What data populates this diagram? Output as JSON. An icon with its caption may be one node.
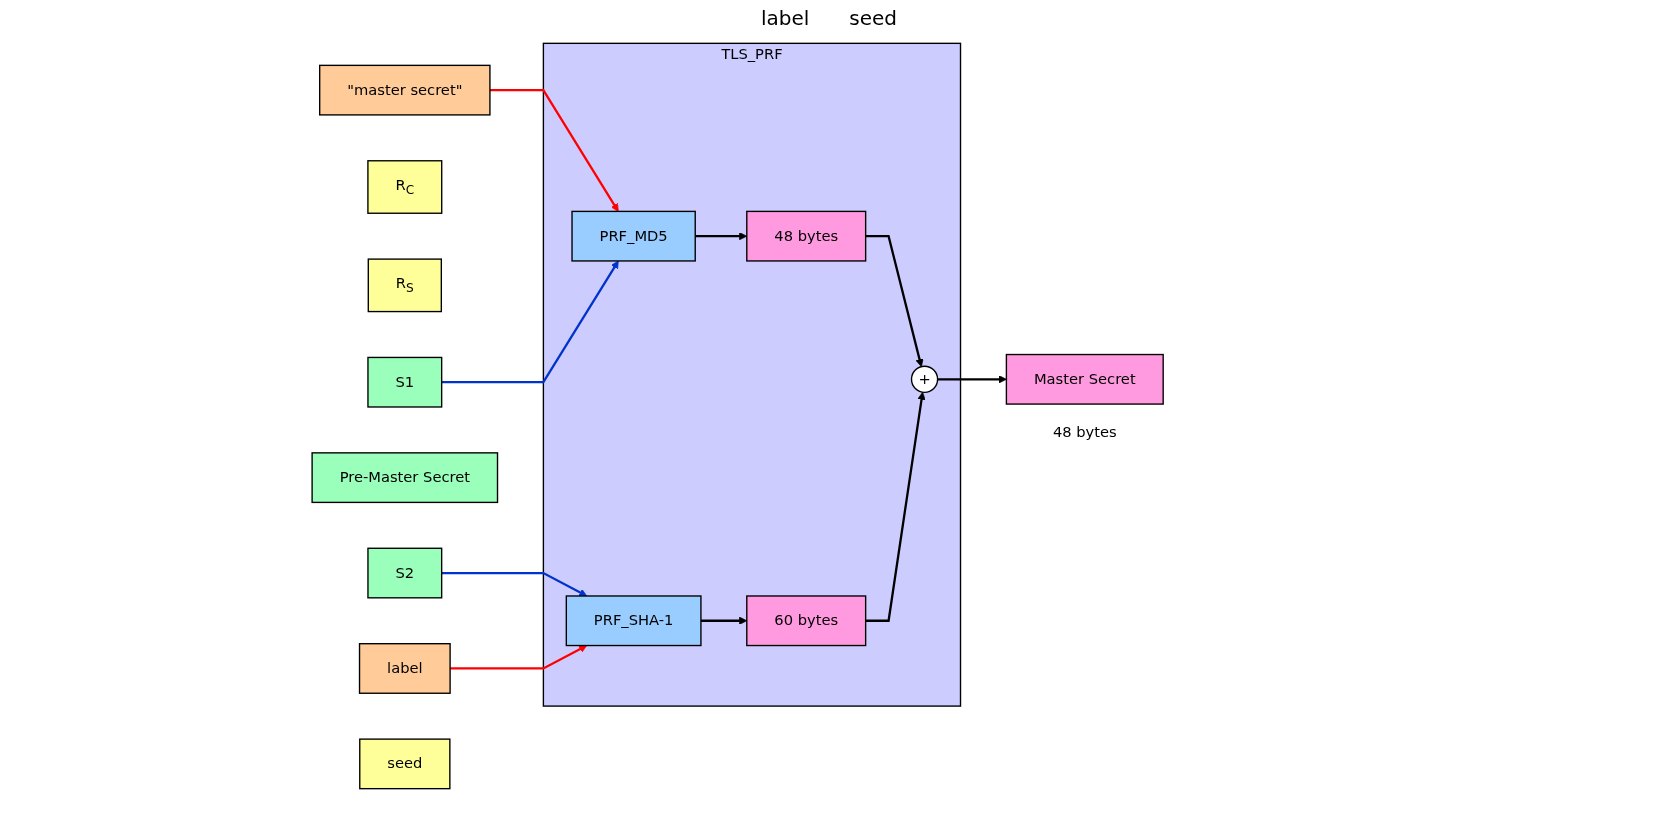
{
  "diagram": {
    "nodes": [
      {
        "text": [
          "\"master secret\""
        ]
      },
      {
        "text": [
          "R$_{C}$"
        ]
      },
      {
        "text": [
          "R$_{S}$"
        ]
      },
      {
        "text": [
          "TLS_PRF"
        ]
      },
      {
        "text": [
          "PRF_MD5"
        ],
        "in": 3
      },
      {
        "text": [
          "PRF_SHA-1"
        ],
        "in": 3
      },
      {
        "text": [
          "48 bytes"
        ],
        "in": 3
      },
      {
        "text": [
          "60 bytes"
        ],
        "in": 3
      },
      {
        "text": [
          "+"
        ],
        "in": 3
      },
      {
        "text": [
          "S1"
        ]
      },
      {
        "text": [
          "Pre-Master Secret"
        ]
      },
      {
        "text": [
          "S2"
        ]
      },
      {
        "text": [
          "Master Secret"
        ],
        "beside": [
          "48 bytes"
        ]
      },
      {
        "text": [
          "label"
        ]
      },
      {
        "text": [
          "seed"
        ]
      }
    ],
    "edges": [
      {
        "from": 0,
        "to": 4,
        "arrow": "to",
        "color": "#ff0000"
      },
      {
        "from": 9,
        "to": 4,
        "arrow": "to",
        "color": "#0033cc"
      },
      {
        "from": 11,
        "to": 5,
        "arrow": "to",
        "color": "#0033cc"
      },
      {
        "from": 13,
        "to": 5,
        "arrow": "to",
        "color": "#ff0000"
      },
      {
        "from": 4,
        "to": 6,
        "arrow": "to"
      },
      {
        "from": 5,
        "to": 7,
        "arrow": "to"
      },
      {
        "from": 6,
        "to": 8,
        "arrow": "to"
      },
      {
        "from": 7,
        "to": 8,
        "arrow": "to"
      },
      {
        "from": 8,
        "to": 12,
        "arrow": "to"
      }
    ],
    "labels": [
      "label",
      "seed"
    ]
  }
}
